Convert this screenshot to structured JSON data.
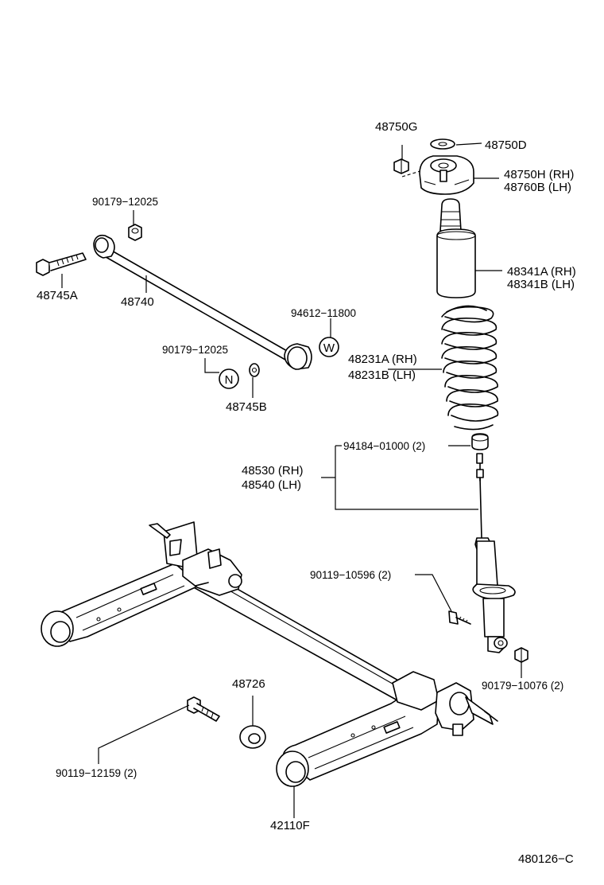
{
  "labels": {
    "p48750G": "48750G",
    "p48750D": "48750D",
    "p48750H": "48750H (RH)",
    "p48760B": "48760B (LH)",
    "p90179_12025_top": "90179−12025",
    "p48745A": "48745A",
    "p48740": "48740",
    "p48341A": "48341A (RH)",
    "p48341B": "48341B (LH)",
    "p94612": "94612−11800",
    "p90179_12025_mid": "90179−12025",
    "p48231A": "48231A (RH)",
    "p48231B": "48231B (LH)",
    "p48745B": "48745B",
    "p94184": "94184−01000 (2)",
    "p48530": "48530 (RH)",
    "p48540": "48540 (LH)",
    "p90119_10596": "90119−10596 (2)",
    "p48726": "48726",
    "p90179_10076": "90179−10076 (2)",
    "p90119_12159": "90119−12159 (2)",
    "p42110F": "42110F",
    "code": "480126−C"
  },
  "markers": {
    "w": "W",
    "n": "N"
  }
}
